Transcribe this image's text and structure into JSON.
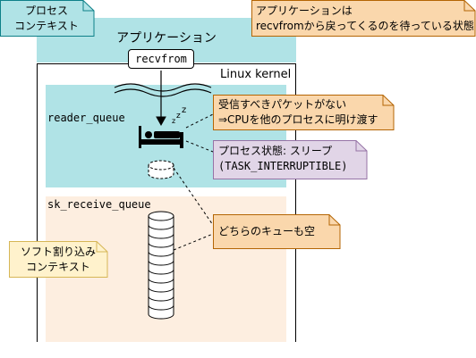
{
  "context_note": {
    "lines": [
      "プロセス",
      "コンテキスト"
    ],
    "fill": "#b0e3e6",
    "stroke": "#0e8088"
  },
  "app_note": {
    "lines": [
      "アプリケーションは",
      "recvfromから戻ってくるのを待っている状態"
    ],
    "fill": "#fad7ac",
    "stroke": "#b46504"
  },
  "application": {
    "title": "アプリケーション",
    "call_label": "recvfrom",
    "fill": "#b0e3e6"
  },
  "kernel": {
    "title": "Linux kernel",
    "reader_queue_label": "reader_queue",
    "sk_receive_queue_label": "sk_receive_queue",
    "reader_fill": "#b0e3e6",
    "receive_fill": "#fdeee0"
  },
  "cpu_note": {
    "lines": [
      "受信すべきパケットがない",
      "⇒CPUを他のプロセスに明け渡す"
    ],
    "fill": "#fad7ac",
    "stroke": "#b46504"
  },
  "state_note": {
    "lines": [
      "プロセス状態: スリープ",
      "(TASK_INTERRUPTIBLE)"
    ],
    "fill": "#e1d5e7",
    "stroke": "#9673a6"
  },
  "empty_note": {
    "text": "どちらのキューも空",
    "fill": "#fad7ac",
    "stroke": "#b46504"
  },
  "softirq_note": {
    "lines": [
      "ソフト割り込み",
      "コンテキスト"
    ],
    "fill": "#fff2cc",
    "stroke": "#d6b656"
  },
  "icons": {
    "sleep": "bed-icon",
    "zzz": "zzz-icon",
    "empty_queue": "empty-queue-icon",
    "full_queue": "queue-stack-icon"
  }
}
